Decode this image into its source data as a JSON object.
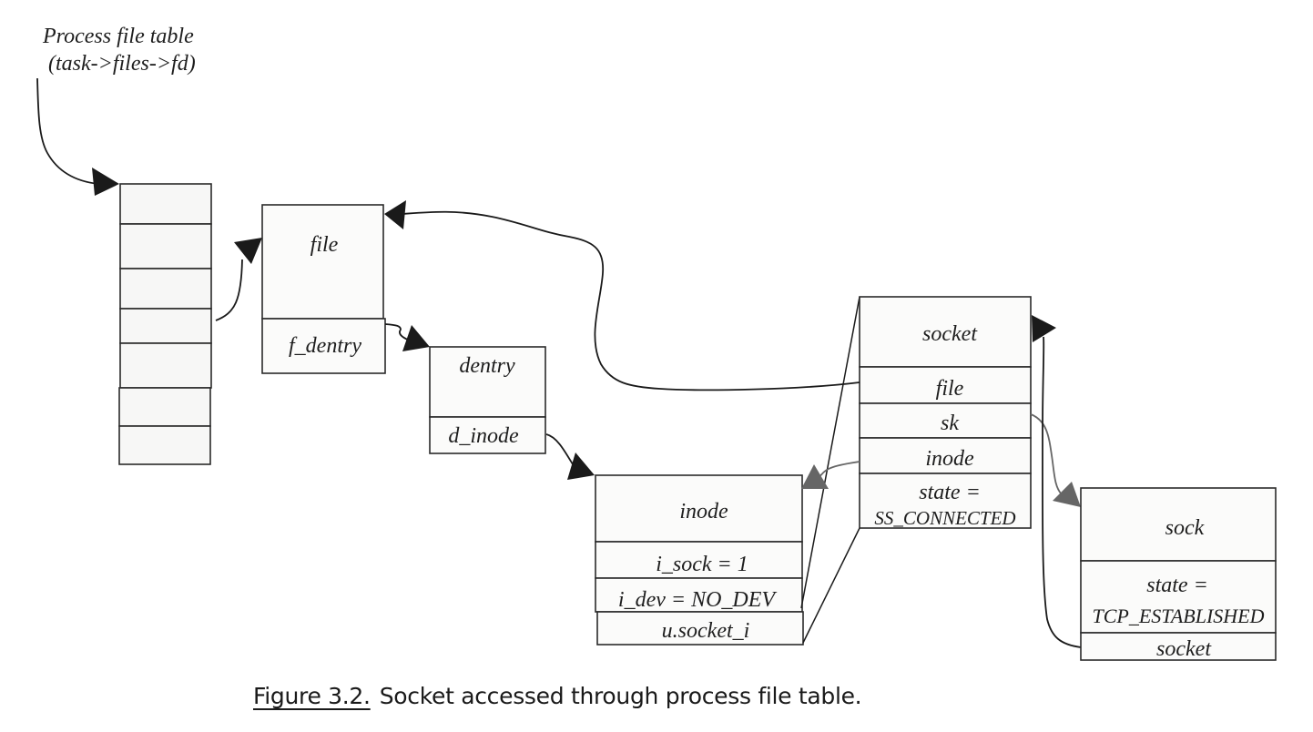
{
  "header": {
    "line1": "Process file table",
    "line2": "(task->files->fd)"
  },
  "fd_table": {
    "slot_count": 7
  },
  "file": {
    "title": "file",
    "fields": [
      "f_dentry"
    ]
  },
  "dentry": {
    "title": "dentry",
    "fields": [
      "d_inode"
    ]
  },
  "inode": {
    "title": "inode",
    "fields": [
      "i_sock = 1",
      "i_dev = NO_DEV",
      "u.socket_i"
    ]
  },
  "socket": {
    "title": "socket",
    "fields": [
      "file",
      "sk",
      "inode",
      "state =",
      "SS_CONNECTED"
    ]
  },
  "sock": {
    "title": "sock",
    "fields": [
      "state =",
      "TCP_ESTABLISHED",
      "socket"
    ]
  },
  "edges": [
    {
      "from": "header",
      "to": "fd_table",
      "color": "black"
    },
    {
      "from": "fd_table.slot_4",
      "to": "file",
      "color": "black"
    },
    {
      "from": "file.f_dentry",
      "to": "dentry",
      "color": "black"
    },
    {
      "from": "dentry.d_inode",
      "to": "inode",
      "color": "black"
    },
    {
      "from": "socket.file",
      "to": "file",
      "color": "black"
    },
    {
      "from": "socket.inode",
      "to": "inode",
      "color": "gray"
    },
    {
      "from": "socket.sk",
      "to": "sock",
      "color": "gray"
    },
    {
      "from": "sock.socket",
      "to": "socket",
      "color": "black"
    },
    {
      "from": "inode.u.socket_i",
      "to": "socket",
      "color": "black",
      "style": "embedding-lines"
    }
  ],
  "caption": {
    "number": "Figure 3.2.",
    "text": "Socket accessed through process file table."
  }
}
